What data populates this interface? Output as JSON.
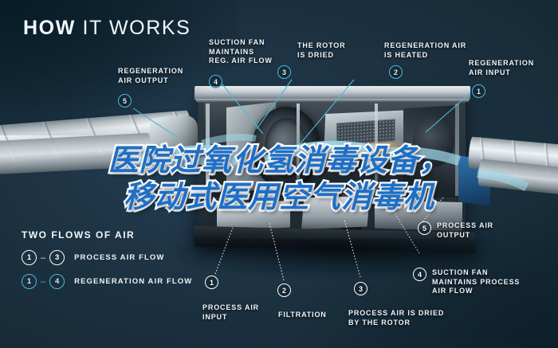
{
  "header": {
    "title_bold": "HOW",
    "title_light": "IT WORKS"
  },
  "colors": {
    "background": "#1b2f3e",
    "background_dark": "#0d2330",
    "accent_cyan": "#4fb9db",
    "label_white": "#f0f5f8",
    "overlay_blue": "#1d6fc6",
    "overlay_stroke": "#ffffff",
    "airflow_blue": "#9fd8ea"
  },
  "callouts": [
    {
      "id": "regeneration-air-output",
      "number": "5",
      "style": "cyan",
      "text": "REGENERATION\nAIR OUTPUT"
    },
    {
      "id": "suction-fan-reg",
      "number": "4",
      "style": "cyan",
      "text": "SUCTION FAN\nMAINTAINS\nREG. AIR FLOW"
    },
    {
      "id": "rotor-is-dried",
      "number": "3",
      "style": "cyan",
      "text": "THE ROTOR\nIS DRIED"
    },
    {
      "id": "regeneration-air-heated",
      "number": "2",
      "style": "cyan",
      "text": "REGENERATION AIR\nIS HEATED"
    },
    {
      "id": "regeneration-air-input",
      "number": "1",
      "style": "cyan",
      "text": "REGENERATION\nAIR INPUT"
    },
    {
      "id": "process-air-output",
      "number": "5",
      "style": "white",
      "text": "PROCESS AIR\nOUTPUT"
    },
    {
      "id": "suction-fan-process",
      "number": "4",
      "style": "white",
      "text": "SUCTION FAN\nMAINTAINS PROCESS\nAIR FLOW"
    },
    {
      "id": "process-air-dried",
      "number": "3",
      "style": "white",
      "text": "PROCESS AIR IS DRIED\nBY THE ROTOR"
    },
    {
      "id": "filtration",
      "number": "2",
      "style": "white",
      "text": "FILTRATION"
    },
    {
      "id": "process-air-input",
      "number": "1",
      "style": "white",
      "text": "PROCESS AIR\nINPUT"
    }
  ],
  "legend": {
    "title": "TWO FLOWS OF AIR",
    "rows": [
      {
        "from": "1",
        "dash": "–",
        "to": "3",
        "label": "PROCESS AIR FLOW",
        "style": "white"
      },
      {
        "from": "1",
        "dash": "–",
        "to": "4",
        "label": "REGENERATION AIR FLOW",
        "style": "cyan"
      }
    ]
  },
  "overlay": {
    "line1": "医院过氧化氢消毒设备，",
    "line2": "移动式医用空气消毒机"
  }
}
